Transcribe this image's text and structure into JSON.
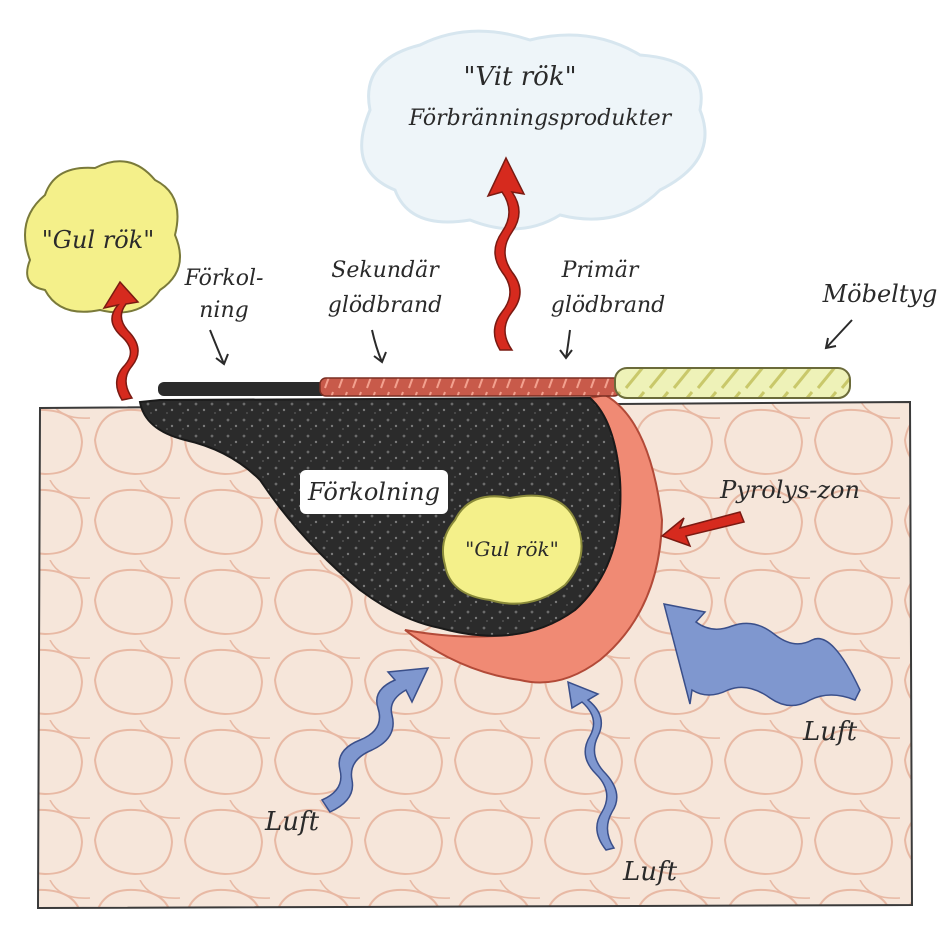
{
  "labels": {
    "white_smoke_line1": "\"Vit rök\"",
    "white_smoke_line2": "Förbränningsprodukter",
    "yellow_smoke_top": "\"Gul rök\"",
    "charring_top_line1": "Förkol-",
    "charring_top_line2": "ning",
    "secondary_glow_line1": "Sekundär",
    "secondary_glow_line2": "glödbrand",
    "primary_glow_line1": "Primär",
    "primary_glow_line2": "glödbrand",
    "furniture_fabric": "Möbeltyg",
    "charring_inner": "Förkolning",
    "yellow_smoke_inner": "\"Gul rök\"",
    "pyrolysis_zone": "Pyrolys-zon",
    "air_left": "Luft",
    "air_middle": "Luft",
    "air_right": "Luft"
  },
  "colors": {
    "foam": "#f6e6da",
    "foam_cell": "#e8b9a4",
    "char": "#2b2b2b",
    "pyrolysis": "#f08a74",
    "yellow_smoke": "#f4f08a",
    "heat_arrow": "#d62a1e",
    "air_arrow": "#7f97cf",
    "white_smoke": "#d7e6ef",
    "fabric": "#eef2b8"
  }
}
